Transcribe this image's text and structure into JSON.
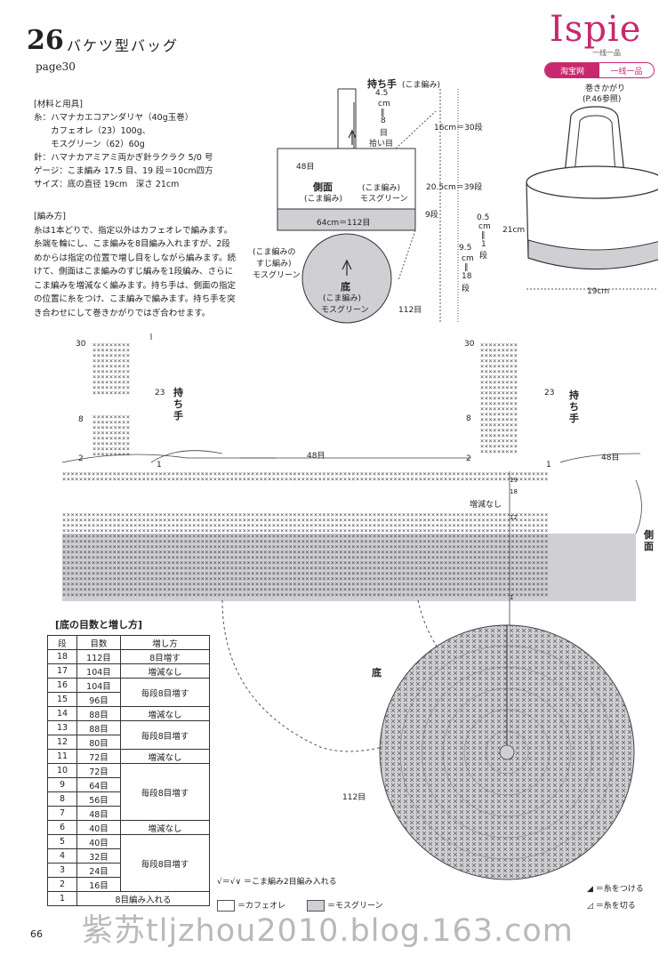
{
  "header": {
    "number": "26",
    "title": "バケツ型バッグ",
    "page_ref": "page30",
    "brand": "Ispie",
    "brand_sub": "一线一品",
    "tag_left": "淘宝网",
    "tag_right": "一线一品"
  },
  "materials": {
    "heading": "[材料と用具]",
    "lines": [
      "糸：ハマナカエコアンダリヤ（40g玉巻）",
      "　　カフェオレ（23）100g、",
      "　　モスグリーン（62）60g",
      "針：ハマナカアミアミ両かぎ針ラクラク 5/0 号",
      "ゲージ：こま編み 17.5 目、19 段＝10cm四方",
      "サイズ：底の直径 19cm　深さ 21cm"
    ]
  },
  "method": {
    "heading": "[編み方]",
    "text": "糸は1本どりで、指定以外はカフェオレで編みます。糸端を輪にし、こま編みを8目編み入れますが、2段めからは指定の位置で増し目をしながら編みます。続けて、側面はこま編みのすじ編みを1段編み、さらにこま編みを増減なく編みます。持ち手は、側面の指定の位置に糸をつけ、こま編みで編みます。持ち手を突き合わせにして巻きかがりではぎ合わせます。"
  },
  "schematic": {
    "handle_label": "持ち手",
    "handle_sub": "(こま編み)",
    "handle_width": "4.5",
    "handle_width_unit": "cm",
    "handle_eq": "‖",
    "handle_sts": "8",
    "handle_sts_unit": "目",
    "pickup": "拾い目",
    "handle_base": "48目",
    "side_label": "側面",
    "side_sub": "(こま編み)",
    "side_color": "(こま編み)",
    "side_color2": "モスグリーン",
    "circ": "64cm＝112目",
    "band_rows": "9段",
    "band_note1": "(こま編みの",
    "band_note2": "すじ編み)",
    "band_note3": "モスグリーン",
    "base_label": "底",
    "base_sub": "(こま編み)",
    "base_color": "モスグリーン",
    "base_sts": "112目",
    "dim_handle": "16cm＝30段",
    "dim_side": "20.5cm＝39段",
    "dim_small": "0.5",
    "dim_small_unit": "cm",
    "dim_small_eq": "‖",
    "dim_small_rows": "1",
    "dim_small_rows_unit": "段",
    "dim_base": "9.5",
    "dim_base_unit": "cm",
    "dim_base_eq": "‖",
    "dim_base_rows": "18",
    "dim_base_rows_unit": "段"
  },
  "illustration": {
    "note1": "巻きかがり",
    "note2": "(P.46参照)",
    "height": "21cm",
    "diameter": "19cm"
  },
  "chart": {
    "handle_label": "持ち手",
    "r30": "30",
    "r23": "23",
    "r8": "8",
    "r2": "2",
    "r1": "1",
    "base48": "48目",
    "no_change": "増減なし",
    "side_label": "側面",
    "base_label": "底",
    "base_count": "112目",
    "row_marks": [
      "19",
      "18",
      "12",
      "1"
    ]
  },
  "table": {
    "title": "[底の目数と増し方]",
    "headers": [
      "段",
      "目数",
      "増し方"
    ],
    "rows": [
      {
        "row": "18",
        "count": "112目",
        "method": "8目増す"
      },
      {
        "row": "17",
        "count": "104目",
        "method": "増減なし"
      },
      {
        "row": "16",
        "count": "104目",
        "method": "毎段8目増す"
      },
      {
        "row": "15",
        "count": "96目",
        "method": ""
      },
      {
        "row": "14",
        "count": "88目",
        "method": "増減なし"
      },
      {
        "row": "13",
        "count": "88目",
        "method": "毎段8目増す"
      },
      {
        "row": "12",
        "count": "80目",
        "method": ""
      },
      {
        "row": "11",
        "count": "72目",
        "method": "増減なし"
      },
      {
        "row": "10",
        "count": "72目",
        "method": "毎段8目増す"
      },
      {
        "row": "9",
        "count": "64目",
        "method": ""
      },
      {
        "row": "8",
        "count": "56目",
        "method": ""
      },
      {
        "row": "7",
        "count": "48目",
        "method": ""
      },
      {
        "row": "6",
        "count": "40目",
        "method": "増減なし"
      },
      {
        "row": "5",
        "count": "40目",
        "method": "毎段8目増す"
      },
      {
        "row": "4",
        "count": "32目",
        "method": ""
      },
      {
        "row": "3",
        "count": "24目",
        "method": ""
      },
      {
        "row": "2",
        "count": "16目",
        "method": ""
      },
      {
        "row": "1",
        "count": "8目編み入れる",
        "method": ""
      }
    ]
  },
  "legend": {
    "inc": "＝こま編み2目編み入れる",
    "cafe": "＝カフェオレ",
    "moss": "＝モスグリーン",
    "attach": "＝糸をつける",
    "cut": "＝糸を切る",
    "cafe_color": "#ffffff",
    "moss_color": "#cfcfd4"
  },
  "footer": {
    "page_number": "66",
    "watermark": "紫苏tljzhou2010.blog.163.com"
  }
}
